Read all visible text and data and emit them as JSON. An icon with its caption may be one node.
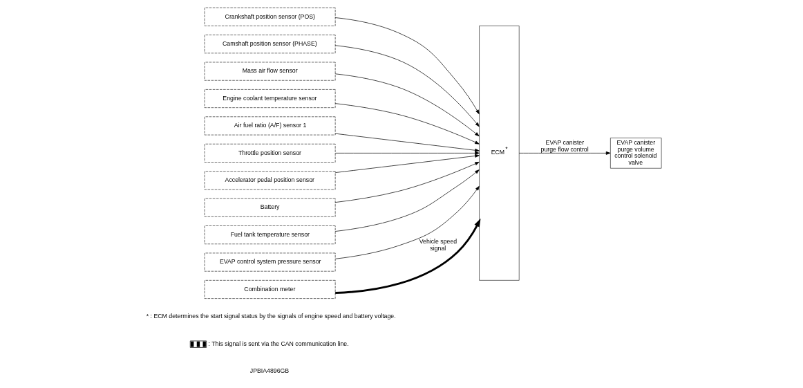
{
  "diagram": {
    "nodes": [
      {
        "text": [
          "Crankshaft position sensor (POS)"
        ]
      },
      {
        "text": [
          "Camshaft position sensor (PHASE)"
        ]
      },
      {
        "text": [
          "Mass air flow sensor"
        ]
      },
      {
        "text": [
          "Engine coolant temperature sensor"
        ]
      },
      {
        "text": [
          "Air fuel ratio (A/F) sensor 1"
        ]
      },
      {
        "text": [
          "Throttle position sensor"
        ]
      },
      {
        "text": [
          "Accelerator pedal position sensor"
        ]
      },
      {
        "text": [
          "Battery"
        ]
      },
      {
        "text": [
          "Fuel tank temperature sensor"
        ]
      },
      {
        "text": [
          "EVAP control system pressure sensor"
        ]
      },
      {
        "text": [
          "Combination meter"
        ]
      },
      {
        "text": [
          "ECM$^{*}$"
        ]
      },
      {
        "text": [
          "EVAP canister purge volume control solenoid valve"
        ]
      }
    ],
    "edges": [
      {
        "from": 0,
        "to": 11,
        "arrow": "to"
      },
      {
        "from": 1,
        "to": 11,
        "arrow": "to"
      },
      {
        "from": 2,
        "to": 11,
        "arrow": "to"
      },
      {
        "from": 3,
        "to": 11,
        "arrow": "to"
      },
      {
        "from": 4,
        "to": 11,
        "arrow": "to"
      },
      {
        "from": 5,
        "to": 11,
        "arrow": "to"
      },
      {
        "from": 6,
        "to": 11,
        "arrow": "to"
      },
      {
        "from": 7,
        "to": 11,
        "arrow": "to"
      },
      {
        "from": 8,
        "to": 11,
        "arrow": "to"
      },
      {
        "from": 9,
        "to": 11,
        "arrow": "to"
      },
      {
        "from": 10,
        "to": 11,
        "arrow": "to",
        "label": "Vehicle speed signal",
        "style": "thick"
      },
      {
        "from": 11,
        "to": 12,
        "arrow": "to",
        "label": "EVAP canister purge flow control"
      }
    ],
    "labels": [
      "* : ECM determines the start signal status by the signals of engine speed and battery voltage.",
      "JPBIA4896GB"
    ],
    "legend": [
      {
        "text": ": This signal is sent via the CAN communication line."
      }
    ]
  }
}
